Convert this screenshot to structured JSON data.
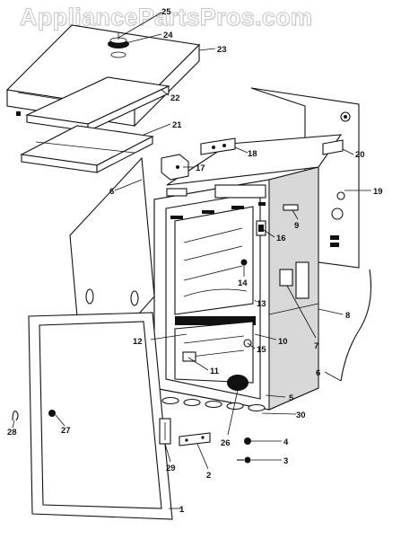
{
  "watermark": "AppliancePartsPros.com",
  "callouts": [
    "1",
    "2",
    "3",
    "4",
    "5",
    "6",
    "6",
    "7",
    "8",
    "9",
    "10",
    "11",
    "12",
    "13",
    "14",
    "15",
    "16",
    "17",
    "18",
    "19",
    "20",
    "21",
    "22",
    "23",
    "24",
    "25",
    "26",
    "27",
    "28",
    "29",
    "30"
  ],
  "icons": [
    "exploded-parts-diagram"
  ]
}
